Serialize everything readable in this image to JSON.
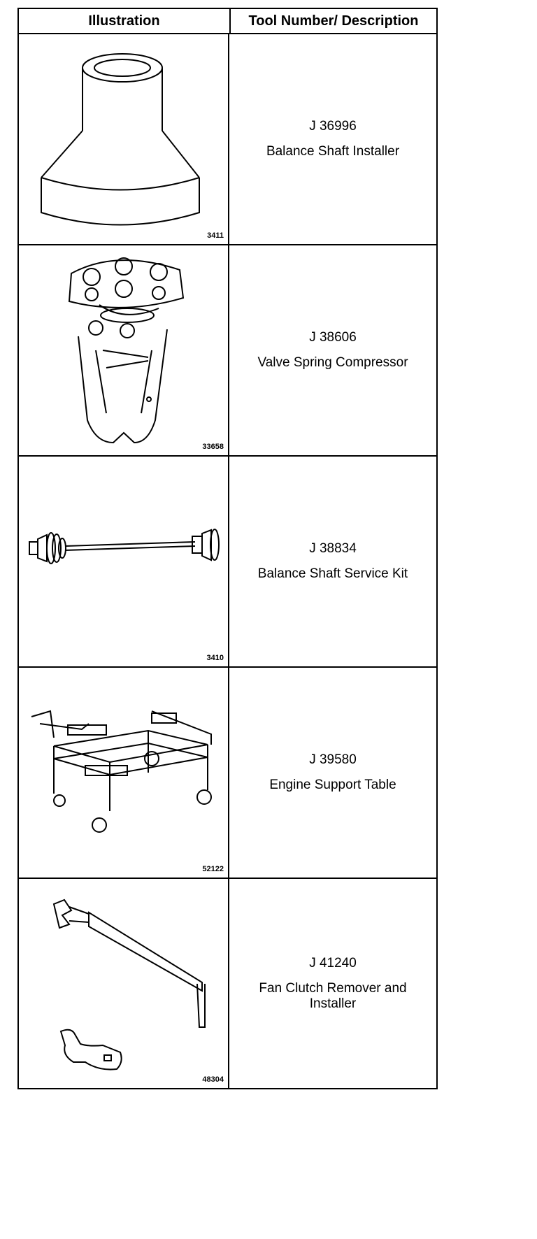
{
  "header": {
    "col1": "Illustration",
    "col2": "Tool Number/ Description"
  },
  "rows": [
    {
      "tool_number": "J 36996",
      "description": "Balance Shaft Installer",
      "figure": "3411",
      "icon": "balance-shaft-installer-icon"
    },
    {
      "tool_number": "J 38606",
      "description": "Valve Spring Compressor",
      "figure": "33658",
      "icon": "valve-spring-compressor-icon"
    },
    {
      "tool_number": "J 38834",
      "description": "Balance Shaft Service Kit",
      "figure": "3410",
      "icon": "balance-shaft-service-kit-icon"
    },
    {
      "tool_number": "J 39580",
      "description": "Engine Support Table",
      "figure": "52122",
      "icon": "engine-support-table-icon"
    },
    {
      "tool_number": "J 41240",
      "description": "Fan Clutch Remover and Installer",
      "figure": "48304",
      "icon": "fan-clutch-remover-icon"
    }
  ]
}
